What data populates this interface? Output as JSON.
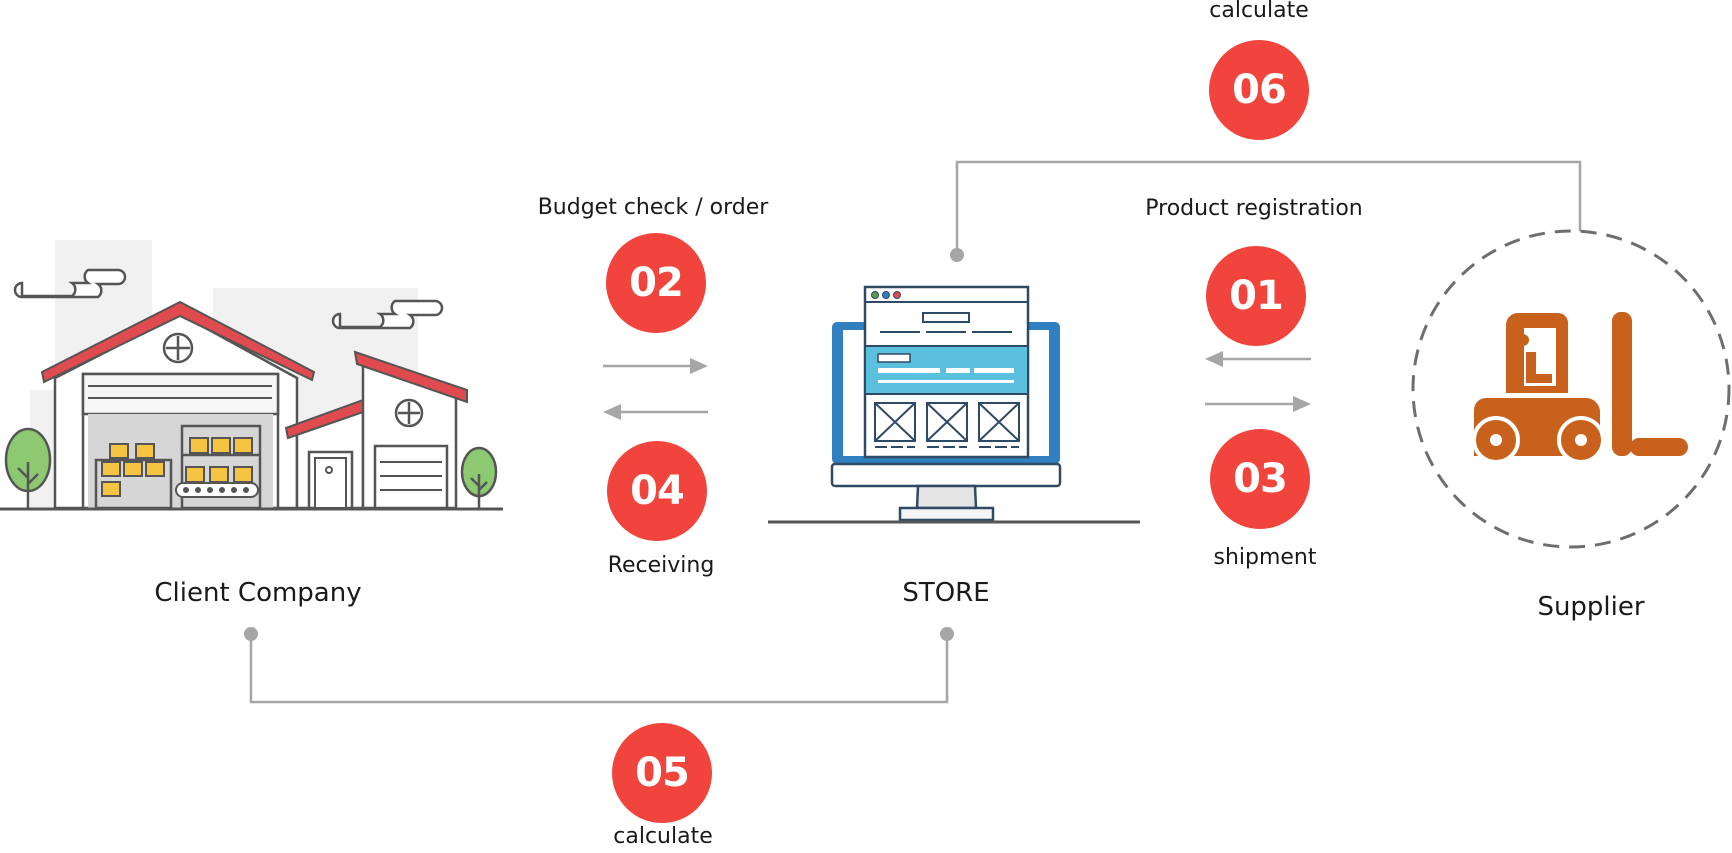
{
  "nodes": {
    "client": {
      "label": "Client Company"
    },
    "store": {
      "label": "STORE"
    },
    "supplier": {
      "label": "Supplier"
    }
  },
  "steps": [
    {
      "number": "01",
      "label": "Product registration"
    },
    {
      "number": "02",
      "label": "Budget check / order"
    },
    {
      "number": "03",
      "label": "shipment"
    },
    {
      "number": "04",
      "label": "Receiving"
    },
    {
      "number": "05",
      "label": "calculate"
    },
    {
      "number": "06",
      "label": "calculate"
    }
  ],
  "colors": {
    "badge": "#f0443c",
    "connector": "#a6a6a6",
    "forklift": "#c8611c",
    "roof": "#e04b4f",
    "monitor": "#2f7fc1",
    "banner": "#5bc0de",
    "crate": "#f6c443",
    "tree": "#8cc971"
  },
  "icons": {
    "client": "warehouse-icon",
    "store": "web-store-monitor-icon",
    "supplier": "forklift-icon"
  }
}
